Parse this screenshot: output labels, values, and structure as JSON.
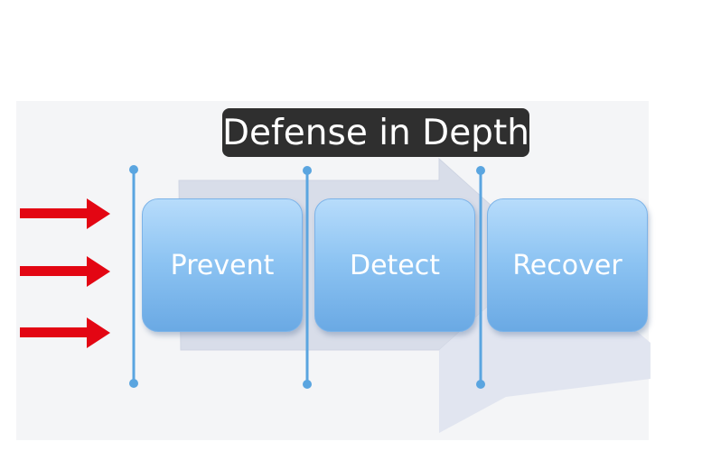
{
  "title": "Defense in Depth",
  "phases": [
    {
      "label": "Prevent"
    },
    {
      "label": "Detect"
    },
    {
      "label": "Recover"
    }
  ],
  "incoming_arrows": 3,
  "colors": {
    "title_background": "#2f2f2f",
    "title_text": "#ffffff",
    "phase_box": "#8cc3f2",
    "big_arrow": "#d8dde9",
    "barrier_line": "#5aa5e0",
    "incoming_arrow": "#e30613"
  }
}
